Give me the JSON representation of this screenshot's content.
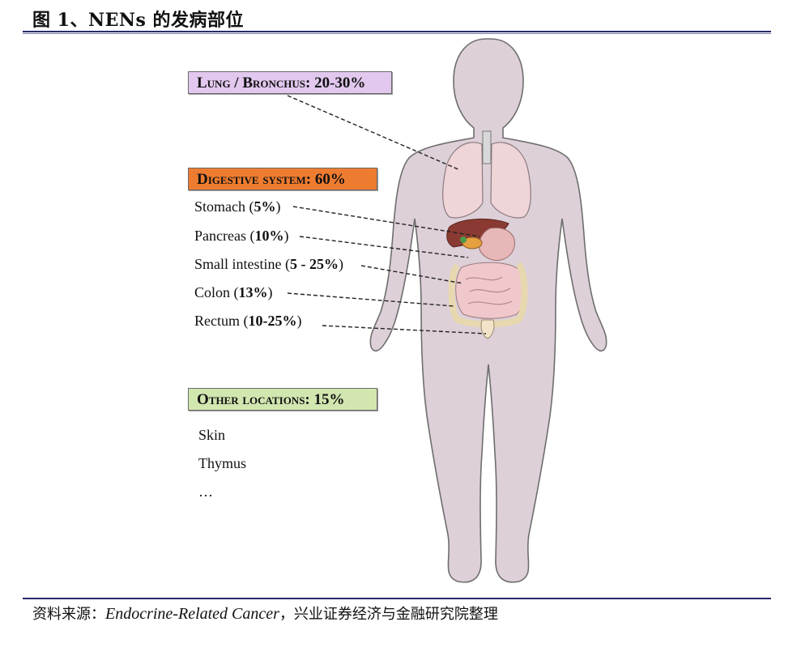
{
  "figure": {
    "title": "图 1、NENs 的发病部位"
  },
  "labels": {
    "lung": "Lung / Bronchus: 20-30%",
    "digestive": "Digestive system: 60%",
    "other": "Other locations: 15%"
  },
  "digestive_items": [
    {
      "name": "Stomach (",
      "pct": "5%",
      "close": ")"
    },
    {
      "name": "Pancreas (",
      "pct": "10%",
      "close": ")"
    },
    {
      "name": "Small intestine (",
      "pct": "5 - 25%",
      "close": ")"
    },
    {
      "name": "Colon (",
      "pct": "13%",
      "close": ")"
    },
    {
      "name": "Rectum (",
      "pct": "10-25%",
      "close": ")"
    }
  ],
  "other_items": [
    "Skin",
    "Thymus",
    "…"
  ],
  "source": {
    "prefix": "资料来源：",
    "journal": "Endocrine-Related Cancer",
    "suffix": "，兴业证券经济与金融研究院整理"
  },
  "colors": {
    "body": "#ddd0d8",
    "lung_box": "#e2c8ee",
    "digestive_box": "#ee7c30",
    "other_box": "#d2e6b0",
    "rule": "#2a2a6a"
  }
}
